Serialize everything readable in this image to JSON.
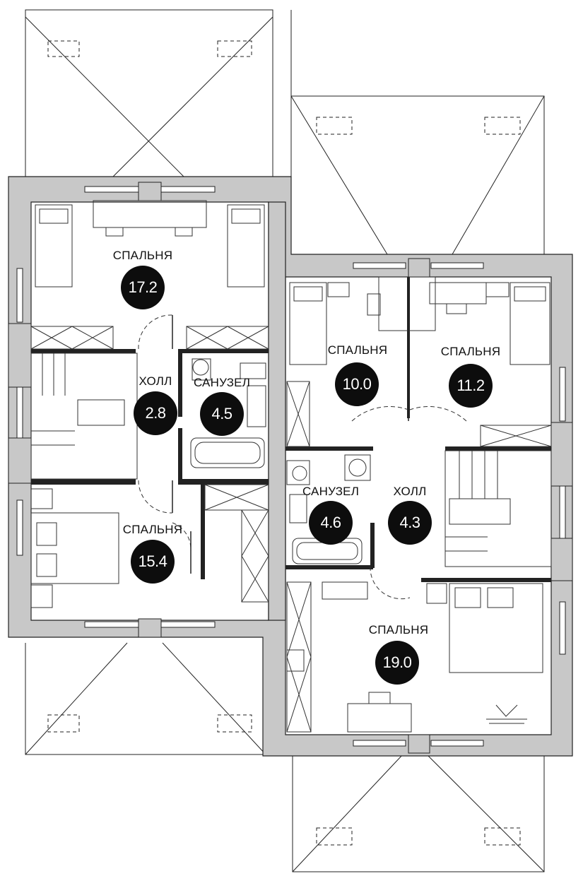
{
  "colors": {
    "wall": "#c8c8c8",
    "line": "#222222",
    "badge": "#0d0d0d"
  },
  "rooms": [
    {
      "key": "bedroom_top_left",
      "label": "СПАЛЬНЯ",
      "area": "17.2"
    },
    {
      "key": "hall_left",
      "label": "ХОЛЛ",
      "area": "2.8"
    },
    {
      "key": "bath_left",
      "label": "САНУЗЕЛ",
      "area": "4.5"
    },
    {
      "key": "bedroom_bottom_left",
      "label": "СПАЛЬНЯ",
      "area": "15.4"
    },
    {
      "key": "bedroom_mid",
      "label": "СПАЛЬНЯ",
      "area": "10.0"
    },
    {
      "key": "bedroom_right",
      "label": "СПАЛЬНЯ",
      "area": "11.2"
    },
    {
      "key": "bath_right",
      "label": "САНУЗЕЛ",
      "area": "4.6"
    },
    {
      "key": "hall_right",
      "label": "ХОЛЛ",
      "area": "4.3"
    },
    {
      "key": "bedroom_bottom_right",
      "label": "СПАЛЬНЯ",
      "area": "19.0"
    }
  ]
}
